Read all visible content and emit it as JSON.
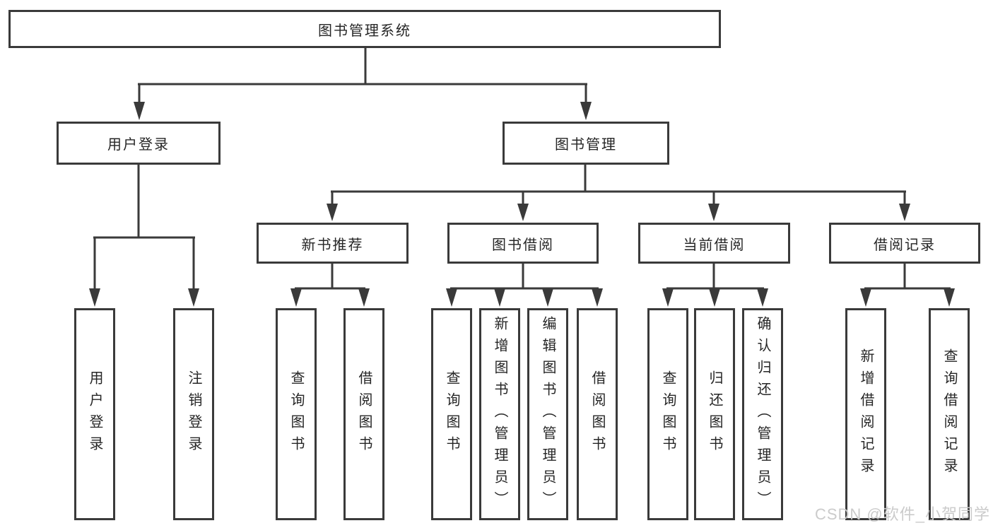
{
  "diagram_title": "图书管理系统",
  "tree": {
    "root": {
      "label": "图书管理系统",
      "children": [
        {
          "label": "用户登录",
          "children": [
            {
              "label": "用户登录"
            },
            {
              "label": "注销登录"
            }
          ]
        },
        {
          "label": "图书管理",
          "children": [
            {
              "label": "新书推荐",
              "children": [
                {
                  "label": "查询图书"
                },
                {
                  "label": "借阅图书"
                }
              ]
            },
            {
              "label": "图书借阅",
              "children": [
                {
                  "label": "查询图书"
                },
                {
                  "label": "新增图书（管理员）"
                },
                {
                  "label": "编辑图书（管理员）"
                },
                {
                  "label": "借阅图书"
                }
              ]
            },
            {
              "label": "当前借阅",
              "children": [
                {
                  "label": "查询图书"
                },
                {
                  "label": "归还图书"
                },
                {
                  "label": "确认归还（管理员）"
                }
              ]
            },
            {
              "label": "借阅记录",
              "children": [
                {
                  "label": "新增借阅记录"
                },
                {
                  "label": "查询借阅记录"
                }
              ]
            }
          ]
        }
      ]
    }
  },
  "watermark": "CSDN @软件_小贺同学",
  "colors": {
    "line": "#3a3a3a",
    "box_border": "#3a3a3a",
    "text": "#262626",
    "watermark": "#cbcbcb",
    "background": "#ffffff"
  }
}
